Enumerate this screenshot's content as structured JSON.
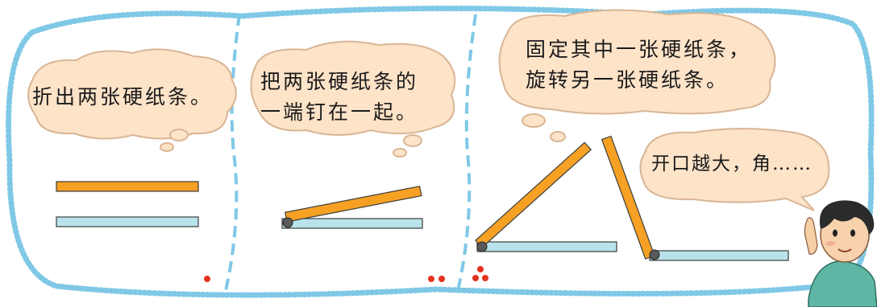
{
  "panels": [
    {
      "lines": [
        "折出两张硬纸条。"
      ],
      "step_dots": 1
    },
    {
      "lines": [
        "把两张硬纸条的",
        "一端钉在一起。"
      ],
      "step_dots": 2
    },
    {
      "lines": [
        "固定其中一张硬纸条，",
        "旋转另一张硬纸条。"
      ],
      "step_dots": 3
    }
  ],
  "character_speech": "开口越大，角……",
  "colors": {
    "frame_dots": "#7fc8e6",
    "bubble_fill": "#fde3c8",
    "bubble_stroke": "#d9b594",
    "strip_orange": "#f6a124",
    "strip_blue": "#b9e3ea",
    "strip_outline": "#3c3c3c",
    "pin": "#5a5a5a",
    "step_dot": "#e53220"
  }
}
